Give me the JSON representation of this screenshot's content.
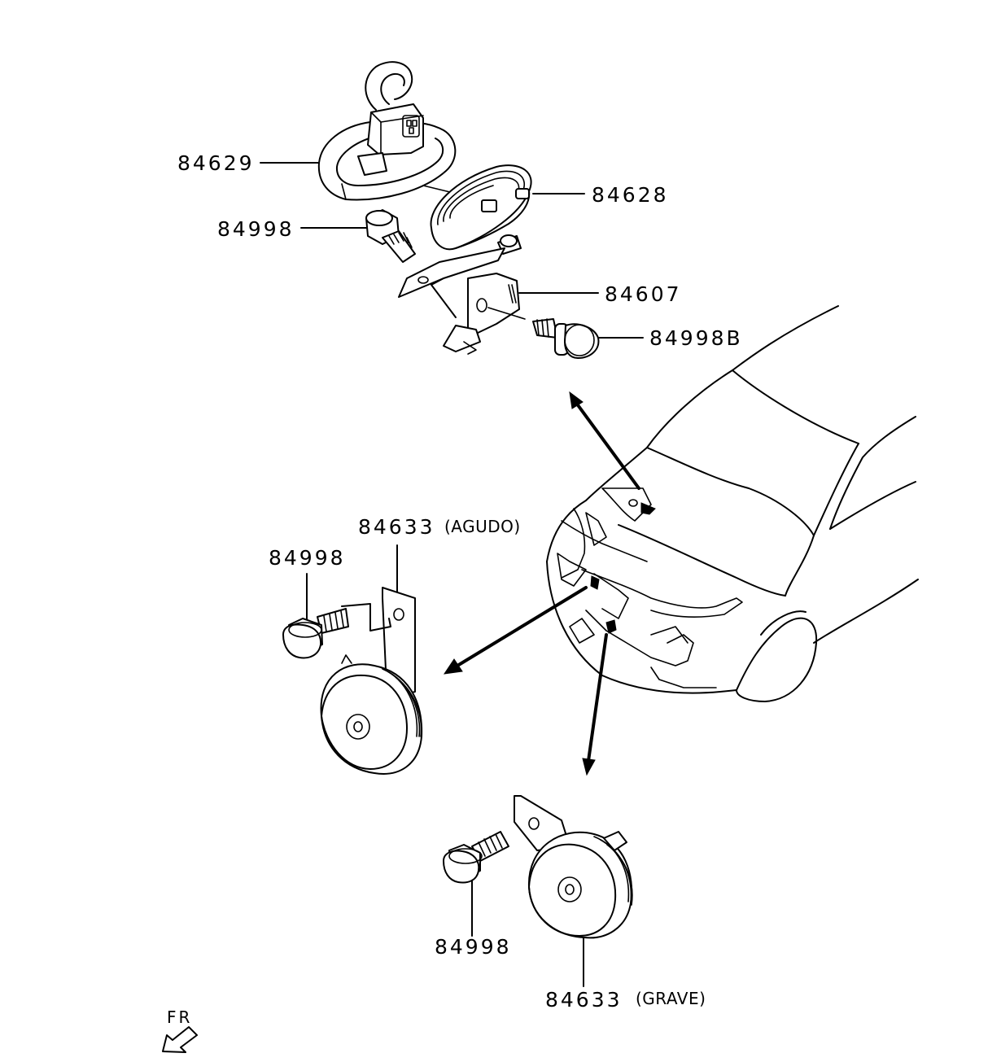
{
  "labels": {
    "harness": "84629",
    "horn_upper": "84628",
    "bolt_upper": "84998",
    "bracket": "84607",
    "bolt_b": "84998B",
    "horn_high_num": "84633",
    "horn_high_note": "(AGUDO)",
    "bolt_left": "84998",
    "bolt_bottom": "84998",
    "horn_low_num": "84633",
    "horn_low_note": "(GRAVE)",
    "front": "FR"
  }
}
